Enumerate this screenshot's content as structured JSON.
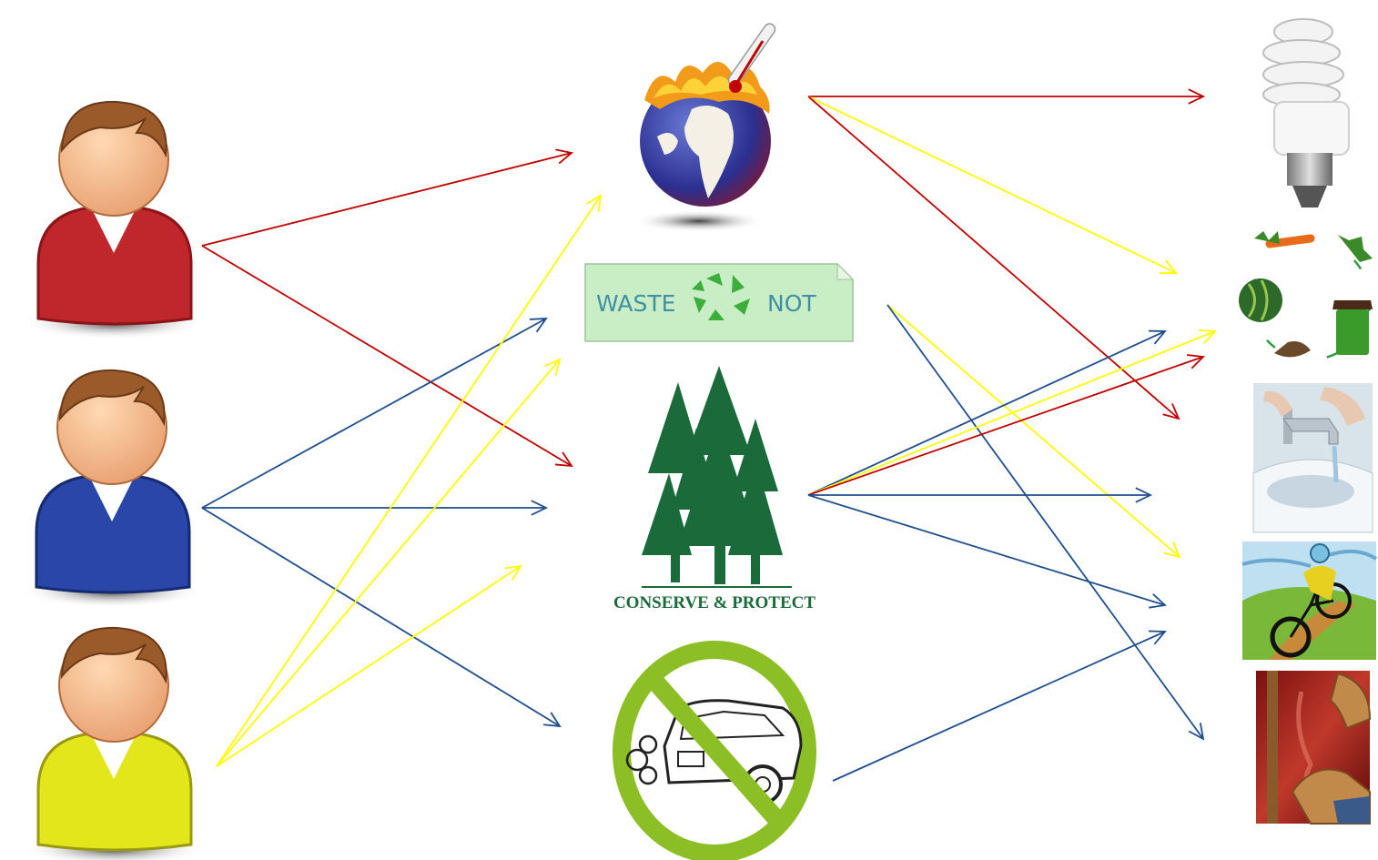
{
  "colors": {
    "red_person": "#c0272d",
    "blue_person": "#2a46a8",
    "yellow_person": "#e4e61c",
    "skin": "#f2b98a",
    "hair": "#9b5a2a",
    "arrow_red": "#c00000",
    "arrow_blue": "#1f4e8c",
    "arrow_yellow": "#ffff00",
    "tree_green": "#1a6a3a",
    "nocar_green": "#8cbf26"
  },
  "people": [
    {
      "id": "red",
      "icon": "person-icon"
    },
    {
      "id": "blue",
      "icon": "person-icon"
    },
    {
      "id": "yellow",
      "icon": "person-icon"
    }
  ],
  "issues": {
    "global_warming": {
      "icon": "burning-globe-icon"
    },
    "waste_not": {
      "icon": "recycle-icon",
      "word1": "WASTE",
      "word2": "NOT"
    },
    "conserve": {
      "icon": "pine-trees-icon",
      "caption": "CONSERVE & PROTECT"
    },
    "no_car": {
      "icon": "no-car-icon"
    }
  },
  "actions": [
    {
      "id": "cfl-bulb",
      "icon": "light-bulb-icon"
    },
    {
      "id": "compost",
      "icon": "compost-cycle-icon"
    },
    {
      "id": "save-water",
      "icon": "faucet-icon"
    },
    {
      "id": "cycling",
      "icon": "bicycle-icon"
    },
    {
      "id": "insulation",
      "icon": "insulation-icon"
    }
  ]
}
